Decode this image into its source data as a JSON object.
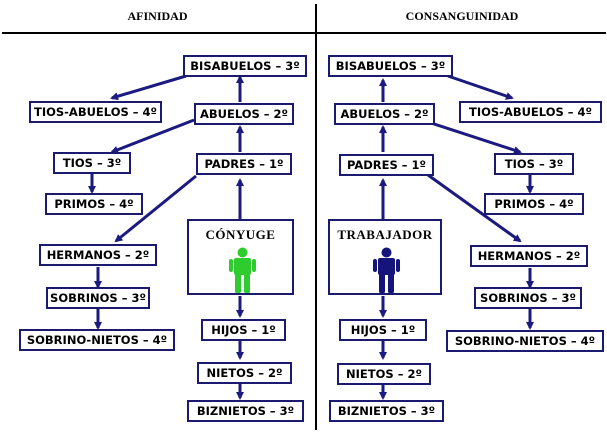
{
  "headers": {
    "left": "AFINIDAD",
    "right": "CONSANGUINIDAD"
  },
  "colors": {
    "arrow": "#1a1a80",
    "box_border": "#1a1a6e",
    "spouse_figure": "#2ecc2e",
    "worker_figure": "#14147a"
  },
  "left": {
    "bisabuelos": "BISABUELOS – 3º",
    "tios_abuelos": "TIOS-ABUELOS – 4º",
    "abuelos": "ABUELOS – 2º",
    "tios": "TIOS – 3º",
    "padres": "PADRES – 1º",
    "primos": "PRIMOS – 4º",
    "hermanos": "HERMANOS – 2º",
    "sobrinos": "SOBRINOS – 3º",
    "sobrino_nietos": "SOBRINO-NIETOS – 4º",
    "center_title": "CÓNYUGE",
    "center_icon": "person-icon",
    "hijos": "HIJOS – 1º",
    "nietos": "NIETOS – 2º",
    "biznietos": "BIZNIETOS – 3º"
  },
  "right": {
    "bisabuelos": "BISABUELOS – 3º",
    "tios_abuelos": "TIOS-ABUELOS – 4º",
    "abuelos": "ABUELOS – 2º",
    "tios": "TIOS – 3º",
    "padres": "PADRES – 1º",
    "primos": "PRIMOS – 4º",
    "hermanos": "HERMANOS – 2º",
    "sobrinos": "SOBRINOS – 3º",
    "sobrino_nietos": "SOBRINO-NIETOS – 4º",
    "center_title": "TRABAJADOR",
    "center_icon": "person-icon",
    "hijos": "HIJOS – 1º",
    "nietos": "NIETOS – 2º",
    "biznietos": "BIZNIETOS – 3º"
  }
}
